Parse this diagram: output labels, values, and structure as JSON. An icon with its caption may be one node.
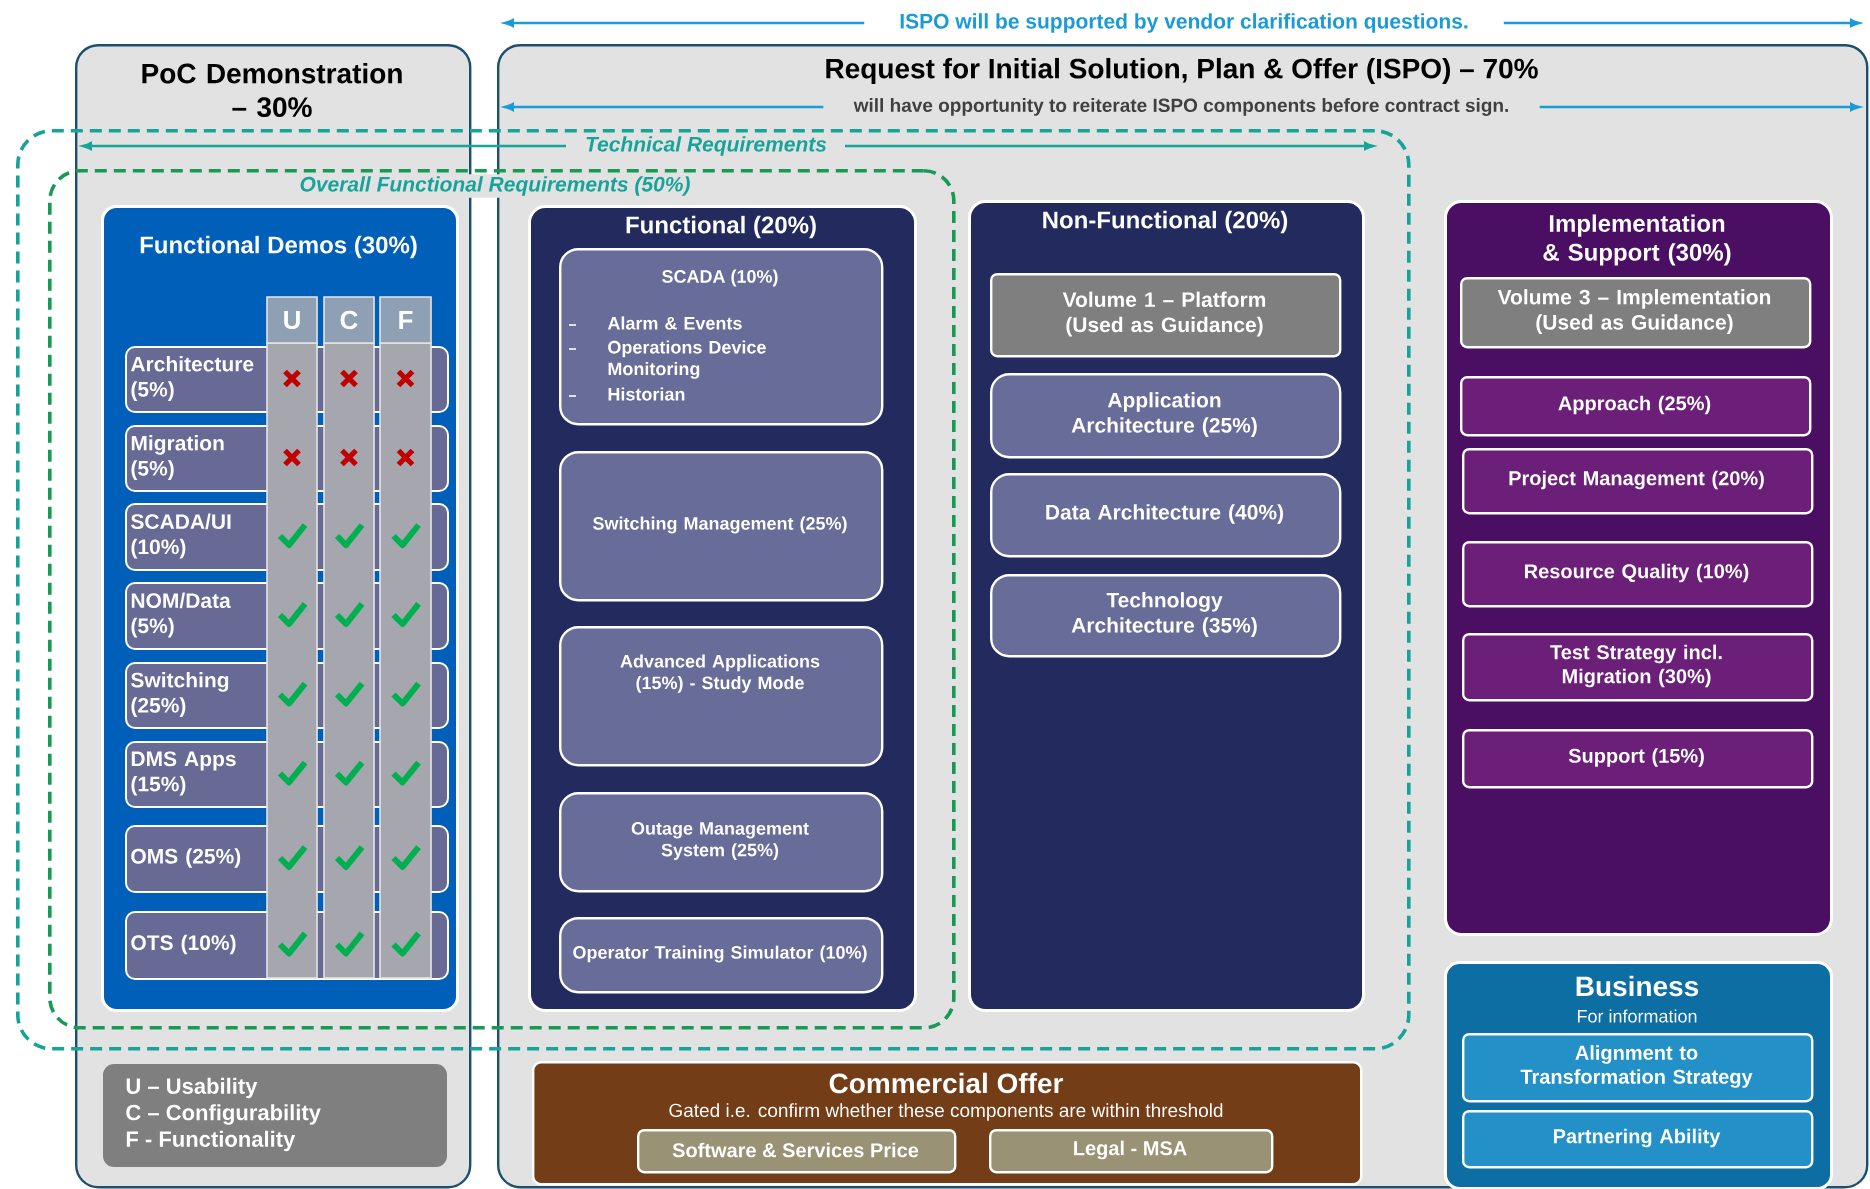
{
  "diagram": {
    "nodes": [
      {
        "text": [
          "PoC Demonstration – 30%"
        ]
      },
      {
        "text": [
          "Request for Initial Solution, Plan & Offer (ISPO) – 70%",
          "will have opportunity to reiterate ISPO components before contract sign."
        ]
      },
      {
        "text": [
          "Technical Requirements"
        ]
      },
      {
        "text": [
          "Overall Functional Requirements (50%)"
        ],
        "in": 2
      },
      {
        "text": [
          "Functional Demos (30%)"
        ]
      },
      {
        "text": [
          "Architecture (5%)"
        ],
        "in": 4
      },
      {
        "text": [
          "Migration (5%)"
        ],
        "in": 4
      },
      {
        "text": [
          "SCADA/UI (10%)"
        ],
        "in": 4
      },
      {
        "text": [
          "NOM/Data (5%)"
        ],
        "in": 4
      },
      {
        "text": [
          "Switching (25%)"
        ],
        "in": 4
      },
      {
        "text": [
          "DMS Apps (15%)"
        ],
        "in": 4
      },
      {
        "text": [
          "OMS (25%)"
        ],
        "in": 4
      },
      {
        "text": [
          "OTS (10%)"
        ],
        "in": 4
      },
      {
        "text": [
          "Functional (20%)"
        ]
      },
      {
        "text": [
          "SCADA (10%)",
          "Alarm & Events",
          "Operations Device Monitoring",
          "Historian"
        ],
        "in": 13
      },
      {
        "text": [
          "Switching Management (25%)"
        ],
        "in": 13
      },
      {
        "text": [
          "Advanced Applications (15%) - Study Mode"
        ],
        "in": 13
      },
      {
        "text": [
          "Outage Management System (25%)"
        ],
        "in": 13
      },
      {
        "text": [
          "Operator Training Simulator (10%)"
        ],
        "in": 13
      },
      {
        "text": [
          "Non-Functional (20%)"
        ]
      },
      {
        "text": [
          "Volume 1 – Platform (Used as Guidance)"
        ],
        "in": 19
      },
      {
        "text": [
          "Application Architecture (25%)"
        ],
        "in": 19
      },
      {
        "text": [
          "Data Architecture (40%)"
        ],
        "in": 19
      },
      {
        "text": [
          "Technology Architecture (35%)"
        ],
        "in": 19
      },
      {
        "text": [
          "Implementation & Support (30%)"
        ],
        "in": 1
      },
      {
        "text": [
          "Volume 3 – Implementation (Used as Guidance)"
        ],
        "in": 24
      },
      {
        "text": [
          "Approach (25%)"
        ],
        "in": 24
      },
      {
        "text": [
          "Project Management (20%)"
        ],
        "in": 24
      },
      {
        "text": [
          "Resource Quality (10%)"
        ],
        "in": 24
      },
      {
        "text": [
          "Test Strategy incl. Migration (30%)"
        ],
        "in": 24
      },
      {
        "text": [
          "Support (15%)"
        ],
        "in": 24
      },
      {
        "text": [
          "Business",
          "For information"
        ],
        "in": 1
      },
      {
        "text": [
          "Alignment to Transformation Strategy"
        ],
        "in": 31
      },
      {
        "text": [
          "Partnering Ability"
        ],
        "in": 31
      },
      {
        "text": [
          "U – Usability",
          "C – Configurability",
          "F - Functionality"
        ],
        "in": 0
      },
      {
        "text": [
          "Commercial Offer",
          "Gated i.e. confirm whether these components are within threshold"
        ],
        "in": 1
      },
      {
        "text": [
          "Software & Services Price"
        ],
        "in": 35
      },
      {
        "text": [
          "Legal - MSA"
        ],
        "in": 35
      }
    ],
    "labels": [
      "ISPO will be supported by vendor clarification questions.",
      "U",
      "C",
      "F"
    ]
  }
}
